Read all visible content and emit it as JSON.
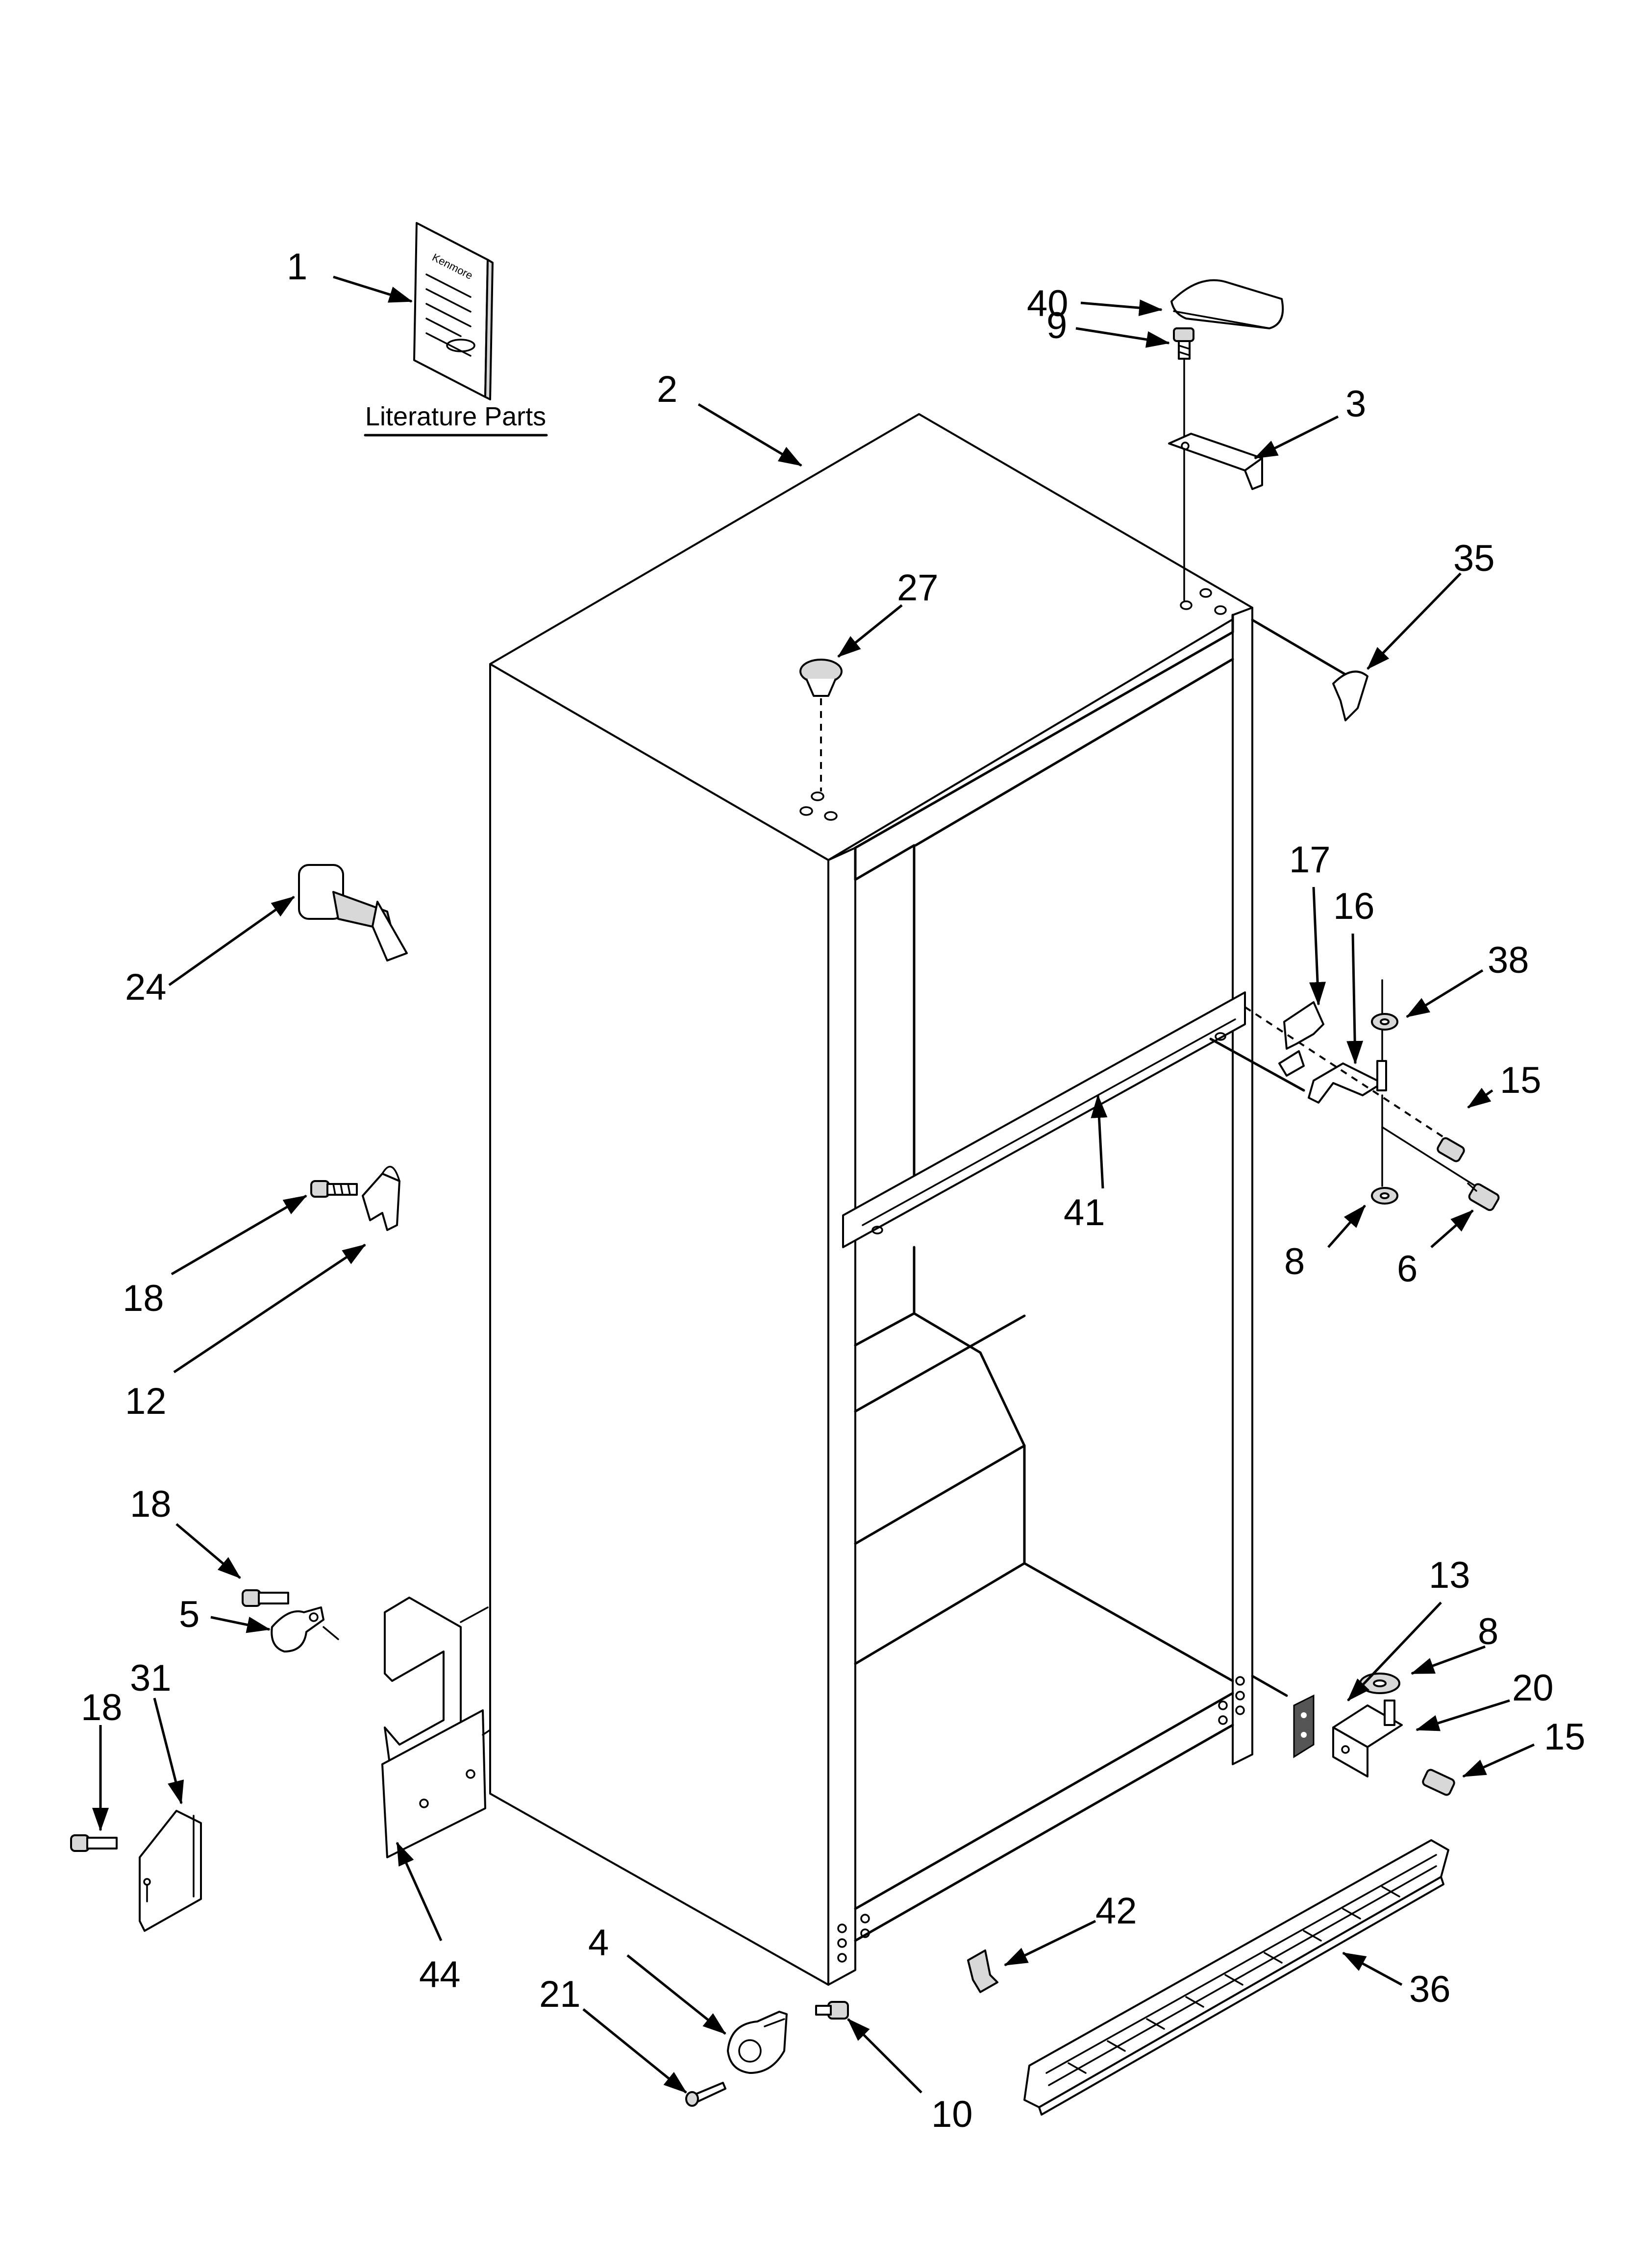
{
  "literature_caption": "Literature Parts",
  "booklet_brand": "Kenmore",
  "callouts": [
    "1",
    "2",
    "3",
    "4",
    "5",
    "6",
    "8",
    "8",
    "9",
    "10",
    "12",
    "13",
    "15",
    "15",
    "16",
    "17",
    "18",
    "18",
    "18",
    "20",
    "21",
    "24",
    "27",
    "31",
    "35",
    "36",
    "38",
    "40",
    "41",
    "42",
    "44"
  ],
  "callout_1": "1",
  "callout_2": "2",
  "callout_3": "3",
  "callout_4": "4",
  "callout_5": "5",
  "callout_6": "6",
  "callout_8a": "8",
  "callout_8b": "8",
  "callout_9": "9",
  "callout_10": "10",
  "callout_12": "12",
  "callout_13": "13",
  "callout_15a": "15",
  "callout_15b": "15",
  "callout_16": "16",
  "callout_17": "17",
  "callout_18a": "18",
  "callout_18b": "18",
  "callout_18c": "18",
  "callout_20": "20",
  "callout_21": "21",
  "callout_24": "24",
  "callout_27": "27",
  "callout_31": "31",
  "callout_35": "35",
  "callout_36": "36",
  "callout_38": "38",
  "callout_40": "40",
  "callout_41": "41",
  "callout_42": "42",
  "callout_44": "44"
}
